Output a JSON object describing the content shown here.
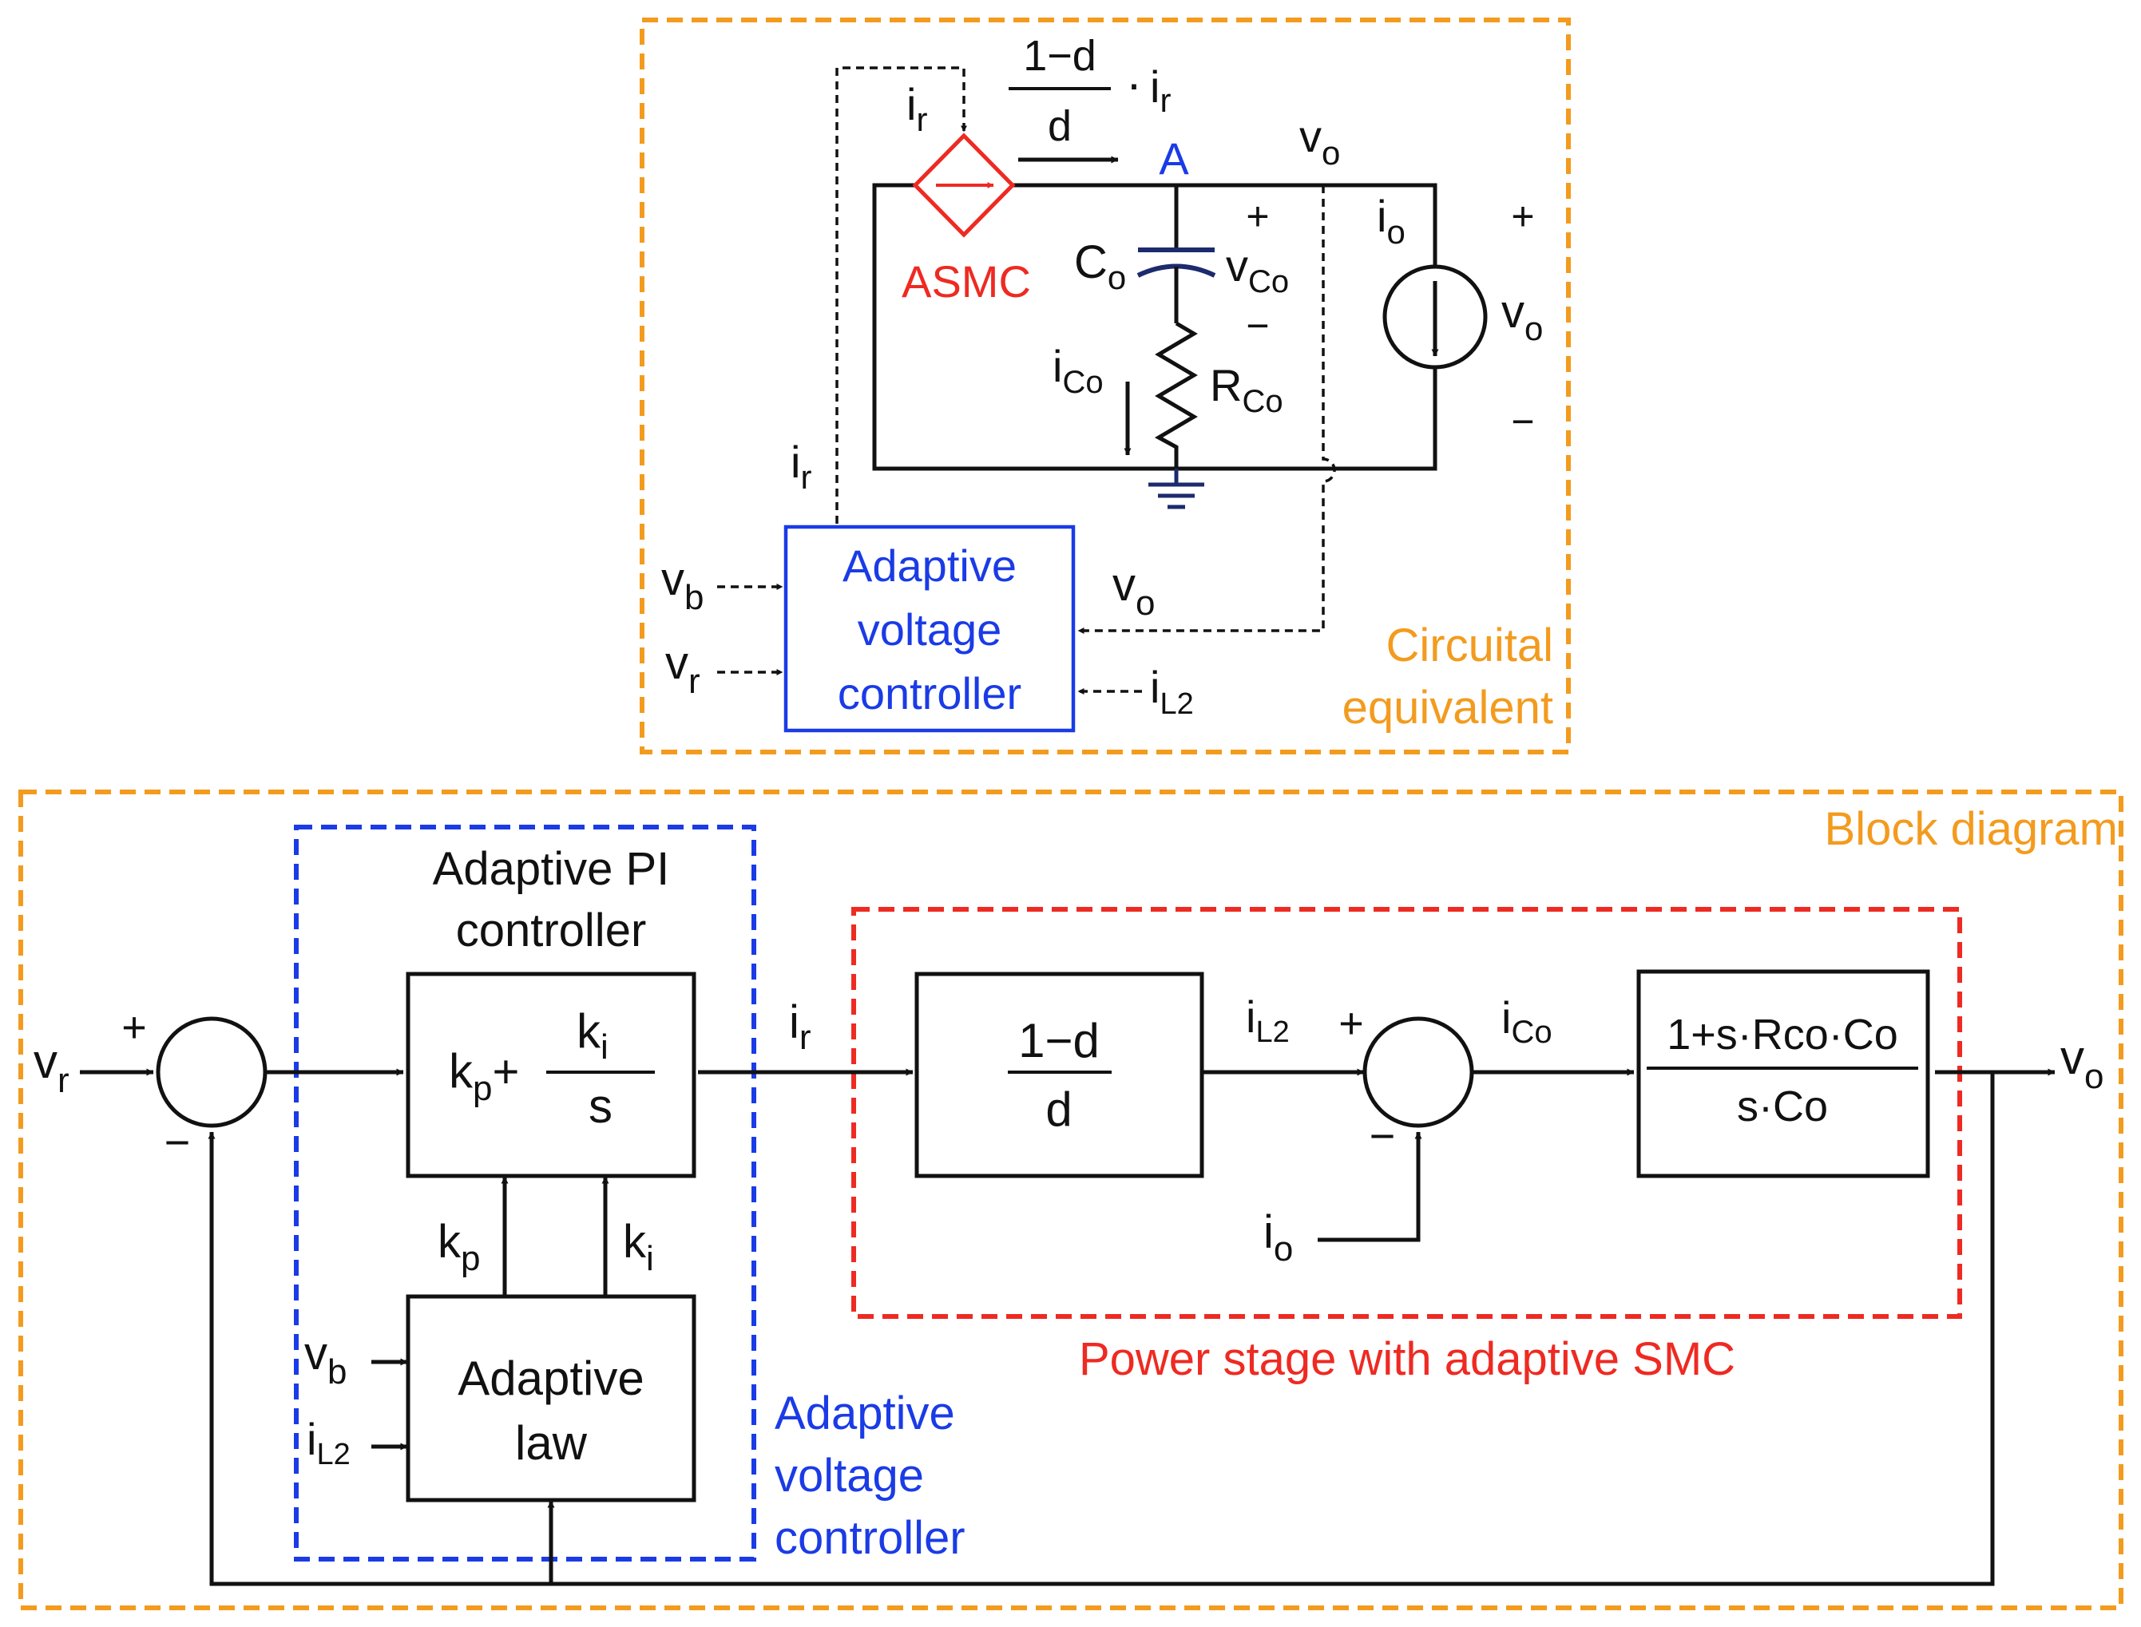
{
  "colors": {
    "orange": "#F39B1E",
    "blue": "#1A3BE6",
    "red": "#EE2A22",
    "black": "#111111",
    "navy": "#1C2A6E"
  },
  "circuit": {
    "frame_label_line1": "Circuital",
    "frame_label_line2": "equivalent",
    "gain_numerator": "1−d",
    "gain_denominator": "d",
    "gain_dot": "·",
    "ir_main": "i",
    "ir_sub": "r",
    "node_label": "A",
    "vo_main": "v",
    "vo_sub": "o",
    "source_label": "ASMC",
    "cap_main": "C",
    "cap_sub": "o",
    "vco_main": "v",
    "vco_sub": "Co",
    "ico_main": "i",
    "ico_sub": "Co",
    "res_main": "R",
    "res_sub": "Co",
    "io_main": "i",
    "io_sub": "o",
    "plus": "+",
    "minus": "−",
    "ctrl_line1": "Adaptive",
    "ctrl_line2": "voltage",
    "ctrl_line3": "controller",
    "vb_main": "v",
    "vb_sub": "b",
    "vr_main": "v",
    "vr_sub": "r",
    "il2_main": "i",
    "il2_sub": "L2"
  },
  "block": {
    "frame_label": "Block diagram",
    "vr_main": "v",
    "vr_sub": "r",
    "sum1_plus": "+",
    "sum1_minus": "−",
    "pi_title_line1": "Adaptive PI",
    "pi_title_line2": "controller",
    "pi_kp_main": "k",
    "pi_kp_sub": "p",
    "pi_plus": "+",
    "pi_ki_main": "k",
    "pi_ki_sub": "i",
    "pi_s": "s",
    "kp_main": "k",
    "kp_sub": "p",
    "ki_main": "k",
    "ki_sub": "i",
    "law_line1": "Adaptive",
    "law_line2": "law",
    "vb_main": "v",
    "vb_sub": "b",
    "il2_main": "i",
    "il2_sub": "L2",
    "avc_line1": "Adaptive",
    "avc_line2": "voltage",
    "avc_line3": "controller",
    "ir_main": "i",
    "ir_sub": "r",
    "gain_num": "1−d",
    "gain_den": "d",
    "il2b_main": "i",
    "il2b_sub": "L2",
    "sum2_plus": "+",
    "sum2_minus": "−",
    "ico_main": "i",
    "ico_sub": "Co",
    "io_main": "i",
    "io_sub": "o",
    "tf_num": "1+s·Rco·Co",
    "tf_den": "s·Co",
    "vo_main": "v",
    "vo_sub": "o",
    "power_label": "Power stage with adaptive SMC"
  }
}
